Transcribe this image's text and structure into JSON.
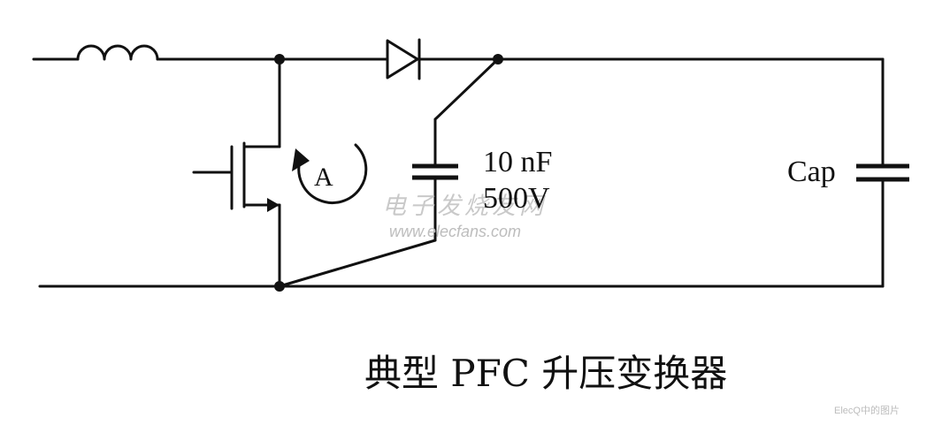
{
  "diagram": {
    "title": "典型 PFC 升压变换器",
    "loop_label": "A",
    "snubber_cap": {
      "value": "10 nF",
      "rating": "500V"
    },
    "output_cap": {
      "label": "Cap"
    }
  },
  "watermark": {
    "text_cn": "电子发烧友网",
    "url": "www.elecfans.com",
    "corner": "ElecQ中的图片"
  }
}
